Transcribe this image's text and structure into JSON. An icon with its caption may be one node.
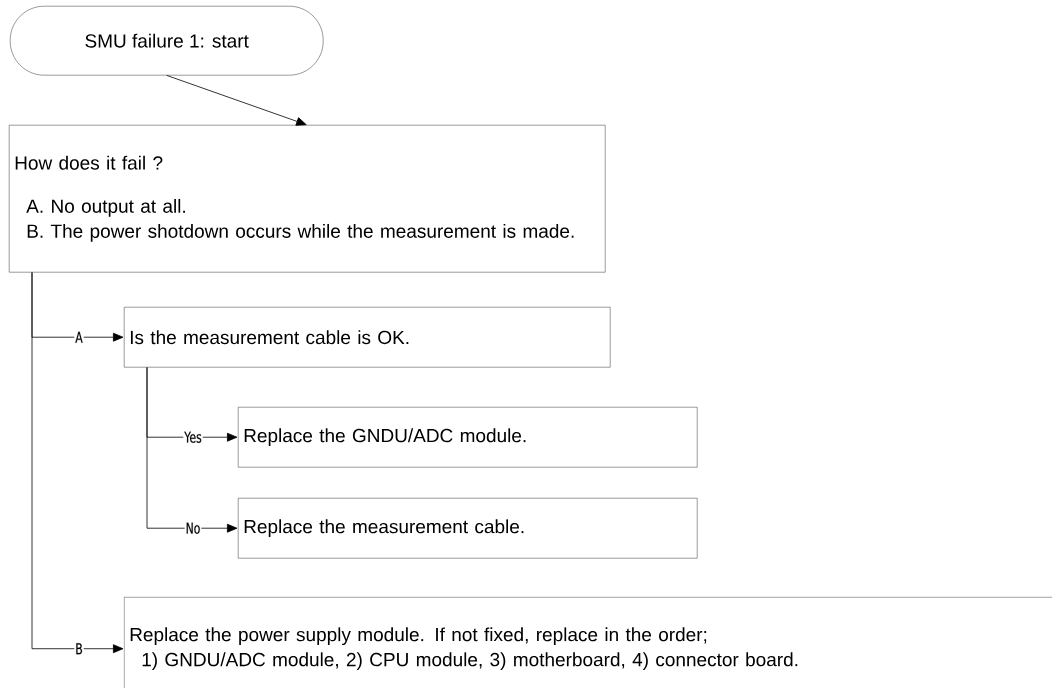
{
  "diagram": {
    "nodes": [
      {
        "text": [
          "SMU failure 1: start"
        ]
      },
      {
        "text": [
          "How does it fail ?",
          "A. No output at all.",
          "B. The power shotdown occurs while the measurement is made."
        ]
      },
      {
        "text": [
          "Is the measurement cable is OK."
        ]
      },
      {
        "text": [
          "Replace the GNDU/ADC module."
        ]
      },
      {
        "text": [
          "Replace the measurement cable."
        ]
      },
      {
        "text": [
          "Replace the power supply module. If not fixed, replace in the order;",
          "1) GNDU/ADC module, 2) CPU module, 3) motherboard, 4) connector board."
        ]
      }
    ],
    "edges": [
      {
        "from": 0,
        "to": 1,
        "arrow": "to"
      },
      {
        "from": 1,
        "to": 2,
        "arrow": "to",
        "label": "A"
      },
      {
        "from": 2,
        "to": 3,
        "arrow": "to",
        "label": "Yes"
      },
      {
        "from": 2,
        "to": 4,
        "arrow": "to",
        "label": "No"
      },
      {
        "from": 1,
        "to": 5,
        "arrow": "to",
        "label": "B"
      }
    ]
  }
}
